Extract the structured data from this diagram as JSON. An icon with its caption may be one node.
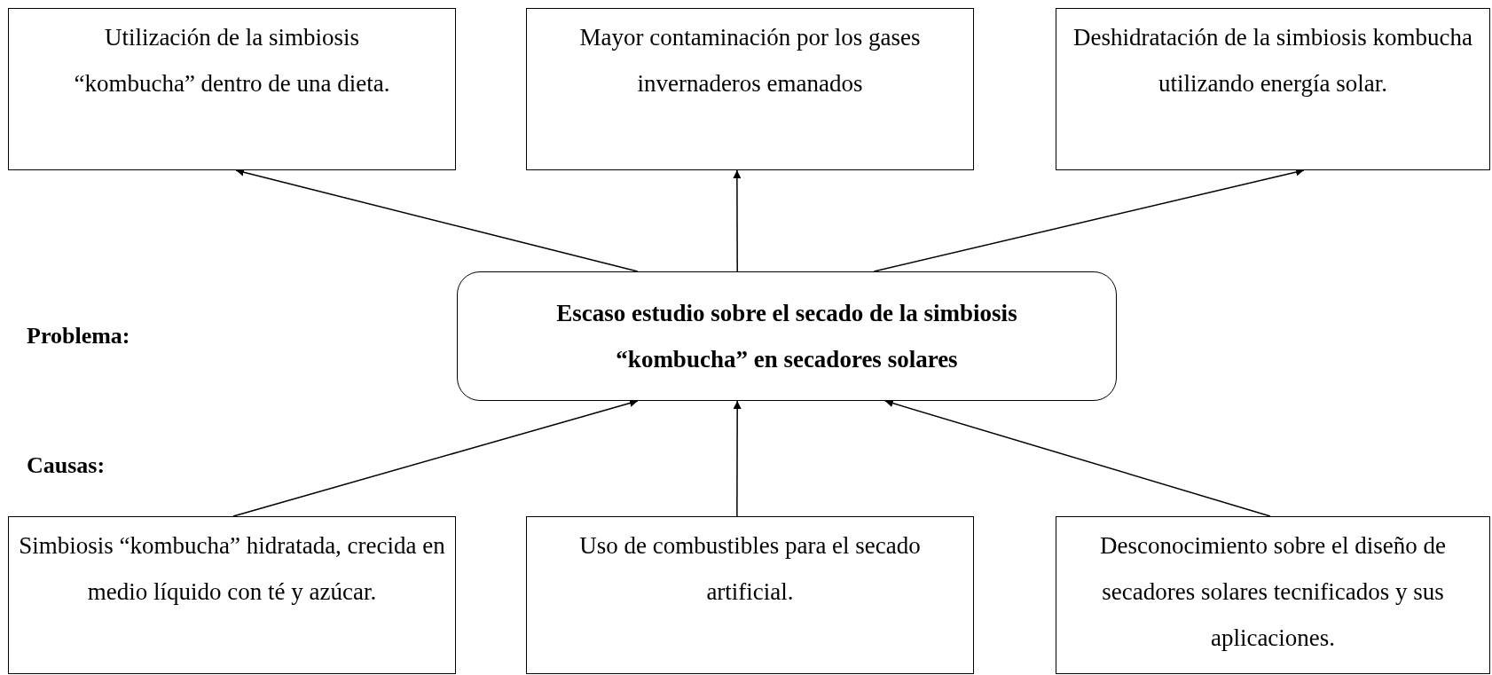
{
  "diagram": {
    "nodes": [
      {
        "text": [
          "Utilización de la simbiosis “kombucha” dentro de una dieta."
        ]
      },
      {
        "text": [
          "Mayor contaminación por los gases invernaderos emanados"
        ]
      },
      {
        "text": [
          "Deshidratación de la simbiosis kombucha utilizando energía solar."
        ]
      },
      {
        "text": [
          "Escaso estudio sobre el secado de la simbiosis “kombucha” en  secadores solares"
        ]
      },
      {
        "text": [
          "Simbiosis “kombucha” hidratada, crecida en medio líquido con té y azúcar."
        ]
      },
      {
        "text": [
          "Uso de combustibles para el secado artificial."
        ]
      },
      {
        "text": [
          "Desconocimiento sobre el diseño de secadores solares tecnificados y sus aplicaciones."
        ]
      }
    ],
    "edges": [
      {
        "from": 3,
        "to": 0,
        "arrow": "to"
      },
      {
        "from": 3,
        "to": 1,
        "arrow": "to"
      },
      {
        "from": 3,
        "to": 2,
        "arrow": "to"
      },
      {
        "from": 4,
        "to": 3,
        "arrow": "to"
      },
      {
        "from": 5,
        "to": 3,
        "arrow": "to"
      },
      {
        "from": 6,
        "to": 3,
        "arrow": "to"
      }
    ],
    "labels": [
      "Problema:",
      "Causas:"
    ]
  }
}
